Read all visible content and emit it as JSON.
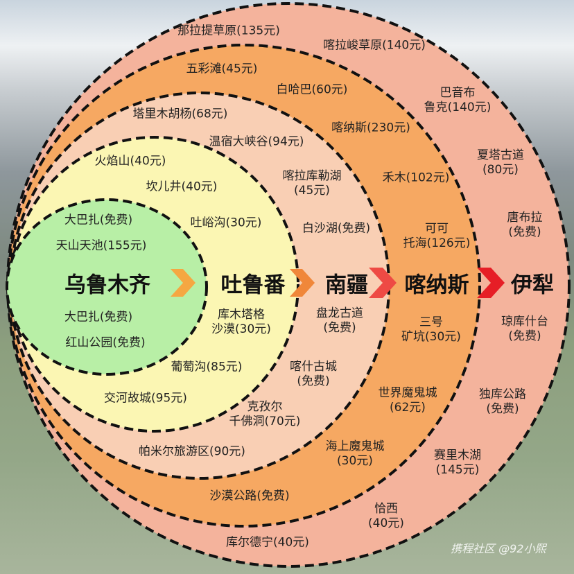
{
  "colors": {
    "yili": "#f4b39c",
    "kanas": "#f6a862",
    "nanjiang": "#f9cfb4",
    "turpan": "#fbf6b3",
    "urumqi": "#b8efa6",
    "arrow1": "#f5a742",
    "arrow2": "#f0873a",
    "arrow3": "#ee4a44",
    "arrow4": "#e61e26"
  },
  "regions": [
    "乌鲁木齐",
    "吐鲁番",
    "南疆",
    "喀纳斯",
    "伊犁"
  ],
  "spots": {
    "yili": [
      [
        "那拉提草原(135元)"
      ],
      [
        "喀拉峻草原(140元)"
      ],
      [
        "巴音布",
        "鲁克(140元)"
      ],
      [
        "夏塔古道",
        "(80元)"
      ],
      [
        "唐布拉",
        "(免费)"
      ],
      [
        "琼库什台",
        "(免费)"
      ],
      [
        "独库公路",
        "(免费)"
      ],
      [
        "赛里木湖",
        "(145元)"
      ],
      [
        "恰西",
        "(40元)"
      ],
      [
        "库尔德宁(40元)"
      ]
    ],
    "kanas": [
      [
        "五彩滩(45元)"
      ],
      [
        "白哈巴(60元)"
      ],
      [
        "喀纳斯(230元)"
      ],
      [
        "禾木(102元)"
      ],
      [
        "可可",
        "托海(126元)"
      ],
      [
        "三号",
        "矿坑(30元)"
      ],
      [
        "世界魔鬼城",
        "(62元)"
      ],
      [
        "海上魔鬼城",
        "(30元)"
      ],
      [
        "沙漠公路(免费)"
      ]
    ],
    "nanjiang": [
      [
        "塔里木胡杨(68元)"
      ],
      [
        "温宿大峡谷(94元)"
      ],
      [
        "喀拉库勒湖",
        "(45元)"
      ],
      [
        "白沙湖(免费)"
      ],
      [
        "盘龙古道",
        "(免费)"
      ],
      [
        "喀什古城",
        "(免费)"
      ],
      [
        "克孜尔",
        "千佛洞(70元)"
      ],
      [
        "帕米尔旅游区(90元)"
      ]
    ],
    "turpan": [
      [
        "火焰山(40元)"
      ],
      [
        "坎儿井(40元)"
      ],
      [
        "吐峪沟(30元)"
      ],
      [
        "库木塔格",
        "沙漠(30元)"
      ],
      [
        "葡萄沟(85元)"
      ],
      [
        "交河故城(95元)"
      ]
    ],
    "urumqi": [
      [
        "大巴扎(免费)"
      ],
      [
        "天山天池(155元)"
      ],
      [
        "大巴扎(免费)"
      ],
      [
        "红山公园(免费)"
      ]
    ]
  },
  "watermark": "携程社区 @92小熙"
}
